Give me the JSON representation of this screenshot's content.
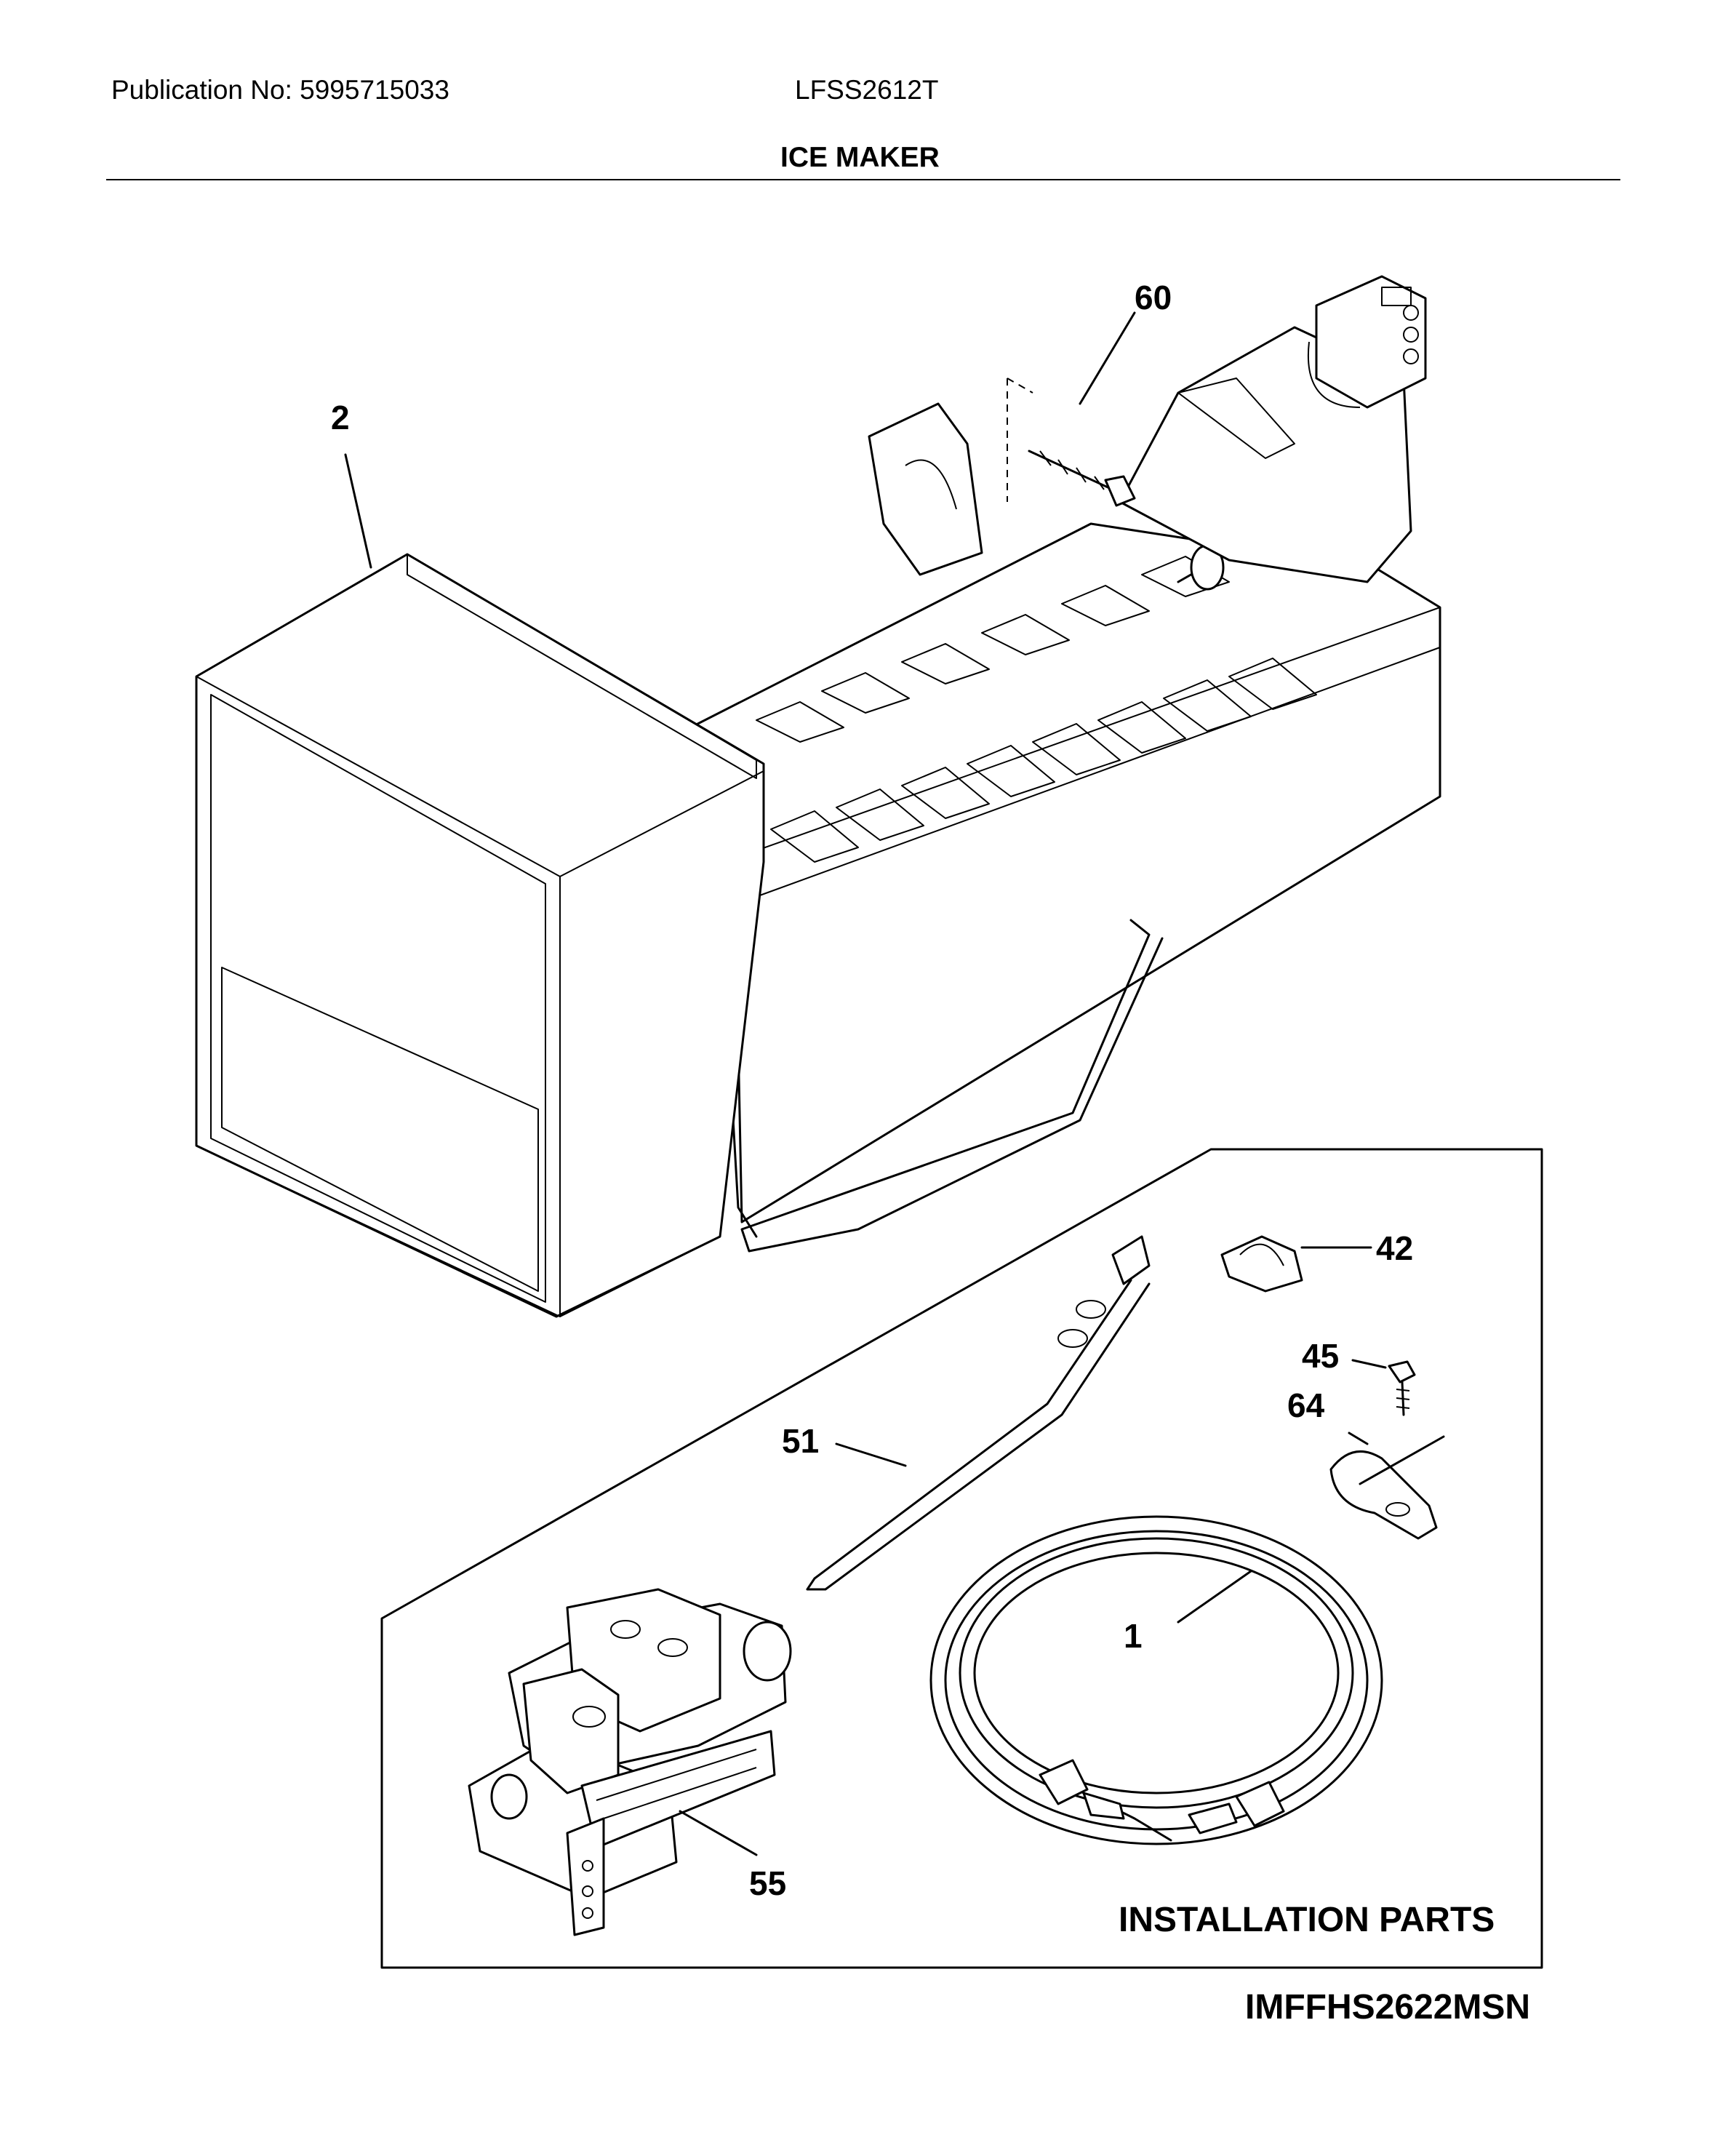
{
  "header": {
    "publication": "Publication No: 5995715033",
    "model": "LFSS2612T",
    "section_title": "ICE MAKER"
  },
  "callouts": {
    "p60": "60",
    "p2": "2",
    "p42": "42",
    "p45": "45",
    "p64": "64",
    "p51": "51",
    "p1": "1",
    "p55": "55"
  },
  "installation_label": "INSTALLATION PARTS",
  "diagram_code": "IMFFHS2622MSN",
  "colors": {
    "ink": "#000000",
    "paper": "#ffffff"
  }
}
